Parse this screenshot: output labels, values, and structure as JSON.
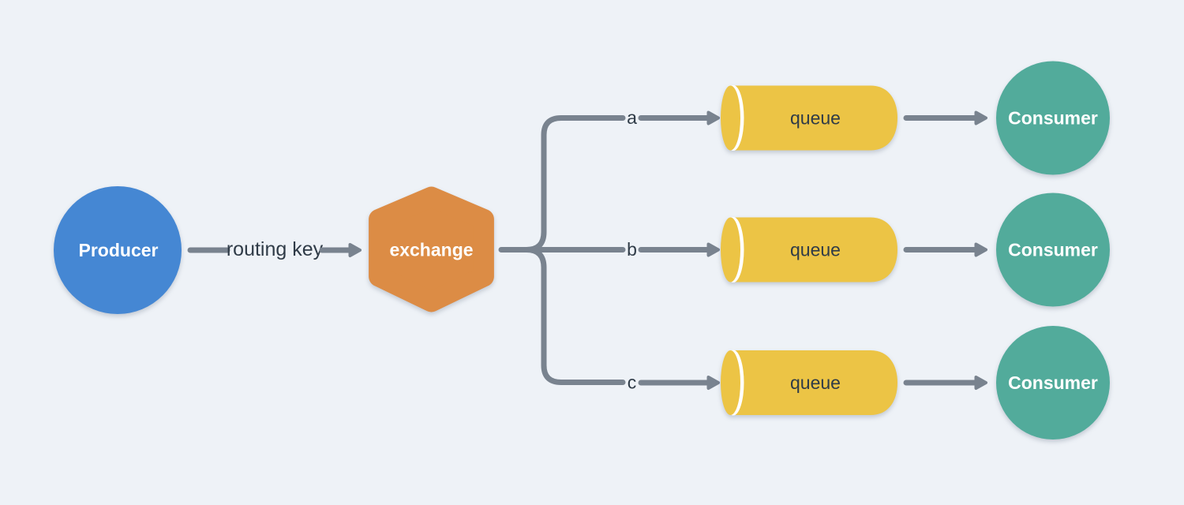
{
  "diagram": {
    "producer": {
      "label": "Producer"
    },
    "routing_key_label": "routing key",
    "exchange": {
      "label": "exchange"
    },
    "branches": [
      {
        "key": "a",
        "queue_label": "queue",
        "consumer_label": "Consumer"
      },
      {
        "key": "b",
        "queue_label": "queue",
        "consumer_label": "Consumer"
      },
      {
        "key": "c",
        "queue_label": "queue",
        "consumer_label": "Consumer"
      }
    ]
  },
  "colors": {
    "background": "#EEF2F7",
    "producer": "#4587D3",
    "exchange": "#DC8C45",
    "queue": "#ECC445",
    "queue_cap_highlight": "#FFFFFF",
    "consumer": "#52AB9B",
    "connector": "#79838F",
    "text_dark": "#2F3B47",
    "text_light": "#FFFFFF"
  }
}
